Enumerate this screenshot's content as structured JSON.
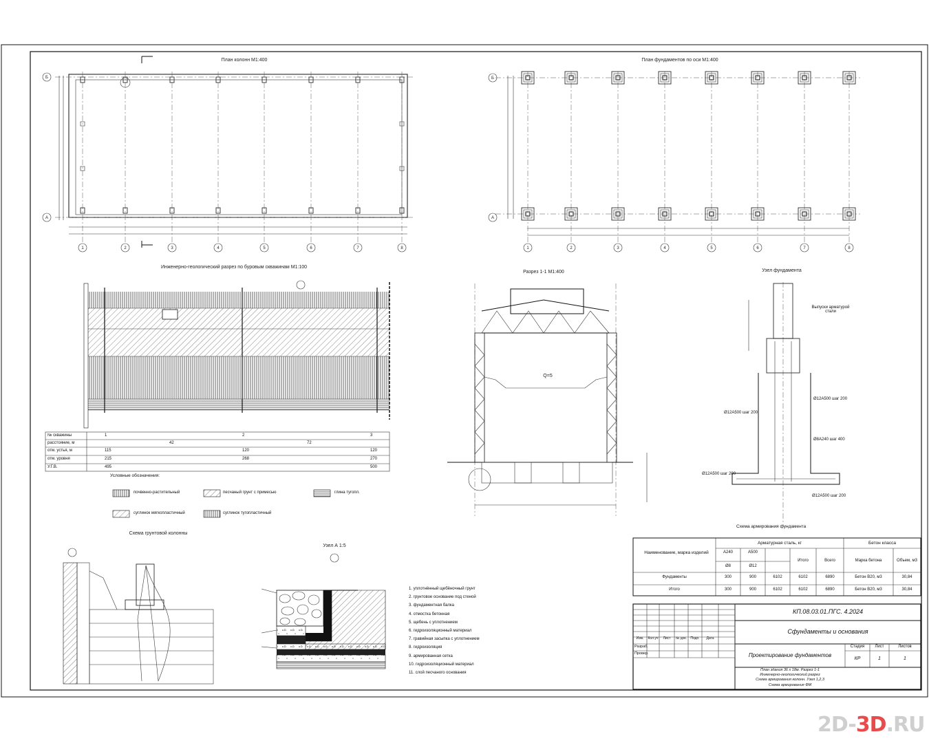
{
  "titles": {
    "plan_columns": "План колонн М1:400",
    "plan_foundations": "План фундаментов по оси М1:400",
    "geology": "Инженерно-геологический разрез по буровым скважинам М1:100",
    "section": "Разрез 1-1 М1:400",
    "foundation_detail": "Узел фундамента",
    "soil_pillar": "Схема грунтовой колонны",
    "node_a": "Узел А 1:5",
    "reinforcement": "Схема армирования фундамента"
  },
  "section_crane_label": "Q=5",
  "axes_numbers": [
    "1",
    "2",
    "3",
    "4",
    "5",
    "6",
    "7",
    "8"
  ],
  "axes_letters": [
    "Б",
    "А"
  ],
  "rebar_labels": [
    "Ø12A500 шаг 200",
    "Ø12A500 шаг 200",
    "Ø8A240 шаг 400",
    "Ø12A500 шаг 200",
    "Ø12A500 шаг 200"
  ],
  "upper_rebar_label": "Выпуски арматурой стали",
  "geo_table": {
    "rows": [
      {
        "label": "№ скважины",
        "values": [
          "1",
          "2",
          "3"
        ]
      },
      {
        "label": "расстояние, м",
        "values": [
          "",
          "42",
          "72"
        ]
      },
      {
        "label": "отм. устья, м",
        "values": [
          "115",
          "120",
          "120"
        ]
      },
      {
        "label": "отм. уровня",
        "values": [
          "215",
          "268",
          "270"
        ]
      },
      {
        "label": "У.Г.В.",
        "values": [
          "495",
          "",
          "500"
        ]
      }
    ]
  },
  "legend": {
    "title": "Условные обозначения:",
    "items": [
      "почвенно-растительный",
      "песчаный грунт с примесью",
      "глина тугопл.",
      "суглинок мягкопластичный",
      "суглинок тугопластичный"
    ]
  },
  "node_notes": [
    "1. уплотнённый щебёночный грунт",
    "2. грунтовое основание под стеной",
    "3. фундаментная балка",
    "4. отмостка бетонная",
    "5. щебень с уплотнением",
    "6. гидроизоляционный материал",
    "7. гравийная засыпка с уплотнением",
    "8. гидроизоляция",
    "9. армированная сетка",
    "10. гидроизоляционный материал",
    "11. слой песчаного основания"
  ],
  "spec_table": {
    "header_left": "Наименование, марка изделий",
    "header_mid": "Арматурная сталь, кг",
    "header_right": "Бетон класса",
    "sub_headers": [
      "A240",
      "A500",
      "Итого",
      "Всего",
      "Марка бетона",
      "Объем, м3"
    ],
    "sub_headers2": [
      "Ø8",
      "Ø12"
    ],
    "rows": [
      {
        "name": "Фундаменты",
        "values": [
          "300",
          "900",
          "6102",
          "6102",
          "6890",
          "Бетон В20, м3",
          "30,84"
        ]
      },
      {
        "name": "Итого",
        "values": [
          "300",
          "900",
          "6102",
          "6102",
          "6890",
          "Бетон В20, м3",
          "30,84"
        ]
      }
    ]
  },
  "stamp": {
    "code": "КП.08.03.01.ПГС. 4.2024",
    "project": "Сфундаменты и основания",
    "sheet_title": "Проектирование фундаментов",
    "stage_label": "Стадия",
    "sheet_label": "Лист",
    "sheets_label": "Листов",
    "stage": "КР",
    "sheet": "1",
    "sheets": "1",
    "cols": [
      "Изм.",
      "Кол.уч",
      "Лист",
      "№ док.",
      "Подп.",
      "Дата"
    ],
    "roles": [
      "Разраб.",
      "Провер."
    ],
    "notes": [
      "План здания 36 х 18м. Разрез 1-1",
      "Инженерно-геологический разрез",
      "Схема армирования колонн. Узел 1,2,3",
      "Схема армирования ФМ"
    ]
  },
  "watermark": {
    "a": "2D-",
    "b": "3D",
    "c": ".RU"
  }
}
